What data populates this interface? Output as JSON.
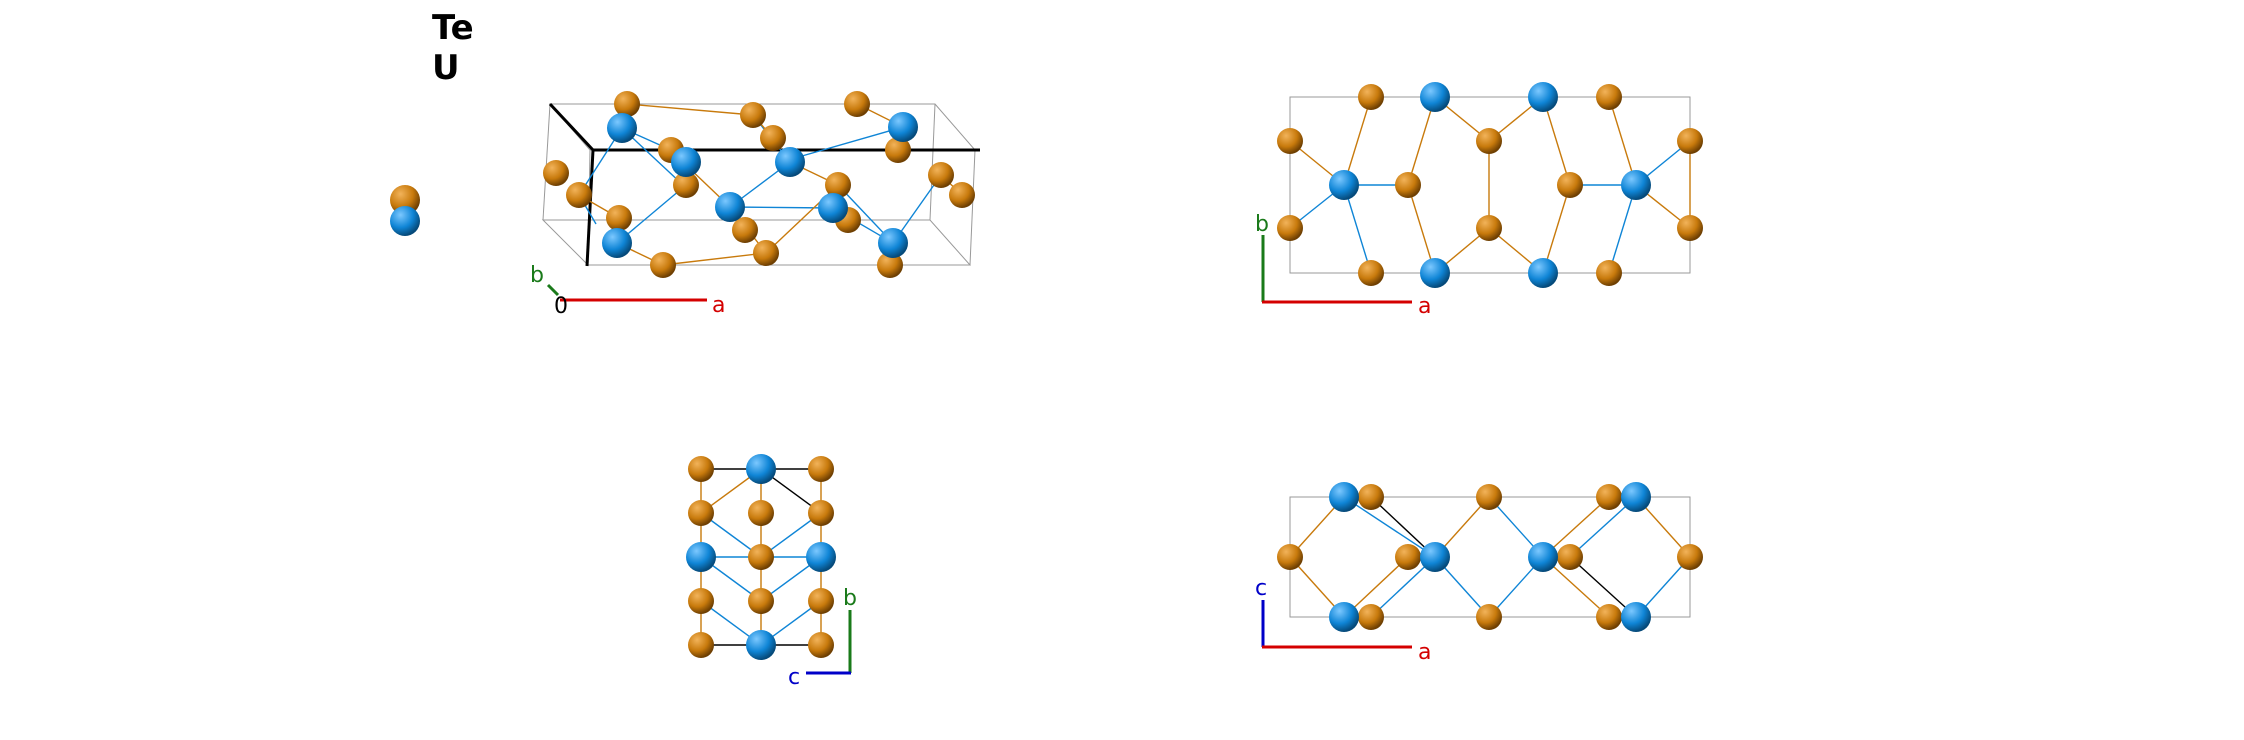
{
  "legend": {
    "elements": [
      "Te",
      "U"
    ]
  },
  "colors": {
    "Te": "#c87a0c",
    "U": "#0f85d6",
    "a": "#d40000",
    "b": "#1a7a1a",
    "c": "#0000c8",
    "cell": "#888888"
  },
  "views": {
    "perspective": {
      "axes": [
        "b",
        "0",
        "a"
      ]
    },
    "along_c": {
      "axes": [
        "b",
        "a"
      ]
    },
    "along_a": {
      "axes": [
        "b",
        "c"
      ]
    },
    "along_b": {
      "axes": [
        "c",
        "a"
      ]
    }
  },
  "icons": [
    "atom-sphere-icon"
  ]
}
